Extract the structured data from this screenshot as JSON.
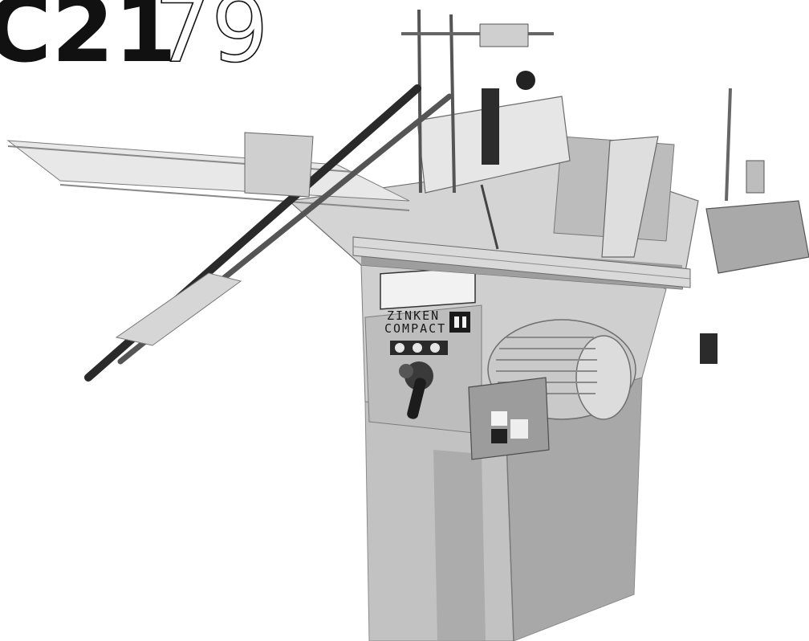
{
  "logo": {
    "solid_part": "C21",
    "outline_part": "79"
  },
  "machine": {
    "brand_line_1": "ZINKEN",
    "brand_line_2": "COMPACT"
  },
  "colors": {
    "paper": "#ffffff",
    "ink": "#111111",
    "cabinet": "#b3b3b3",
    "steel": "#d9d9d9",
    "shadow": "#6f6f6f"
  }
}
